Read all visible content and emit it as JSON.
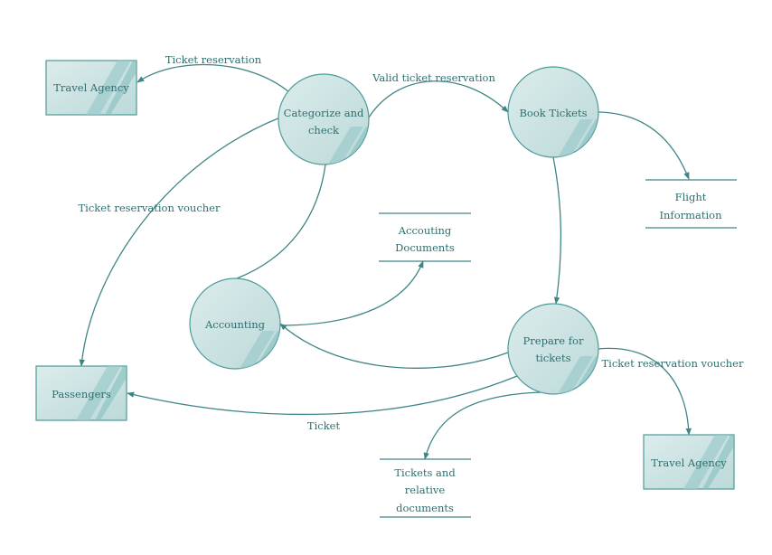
{
  "colors": {
    "node_fill": "#cfe5e5",
    "node_stroke": "#4e9a9a",
    "edge": "#3f8585",
    "text": "#2e6e6e"
  },
  "entities": {
    "travel_agency_top": "Travel Agency",
    "passengers": "Passengers",
    "travel_agency_bottom": "Travel Agency"
  },
  "processes": {
    "categorize": [
      "Categorize and",
      "check"
    ],
    "book_tickets": "Book Tickets",
    "accounting": "Accounting",
    "prepare": [
      "Prepare for",
      "tickets"
    ]
  },
  "stores": {
    "flight_information": [
      "Flight",
      "Information"
    ],
    "accounting_documents": [
      "Accouting",
      "Documents"
    ],
    "tickets_documents": [
      "Tickets and",
      "relative",
      "documents"
    ]
  },
  "flows": {
    "ticket_reservation": "Ticket reservation",
    "valid_ticket_reservation": "Valid ticket reservation",
    "ticket_reservation_voucher_left": "Ticket reservation voucher",
    "ticket_reservation_voucher_right": "Ticket reservation voucher",
    "ticket": "Ticket"
  }
}
